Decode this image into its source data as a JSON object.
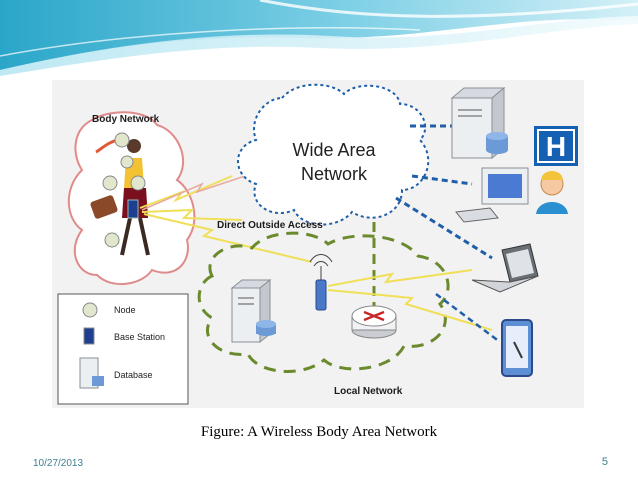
{
  "slide": {
    "caption": "Figure:  A Wireless Body Area Network",
    "date": "10/27/2013",
    "page_number": "5"
  },
  "diagram": {
    "wan_label_line1": "Wide Area",
    "wan_label_line2": "Network",
    "body_network_label": "Body Network",
    "direct_access_label": "Direct Outside Access",
    "local_network_label": "Local Network",
    "hospital_symbol": "H",
    "legend": {
      "node": "Node",
      "base_station": "Base Station",
      "database": "Database"
    }
  },
  "colors": {
    "accent": "#3cb0cf",
    "cloud_border": "#1f5fa8",
    "local_network_border": "#6b8a2e",
    "hospital_blue": "#1660b3",
    "router": "#c62828"
  }
}
